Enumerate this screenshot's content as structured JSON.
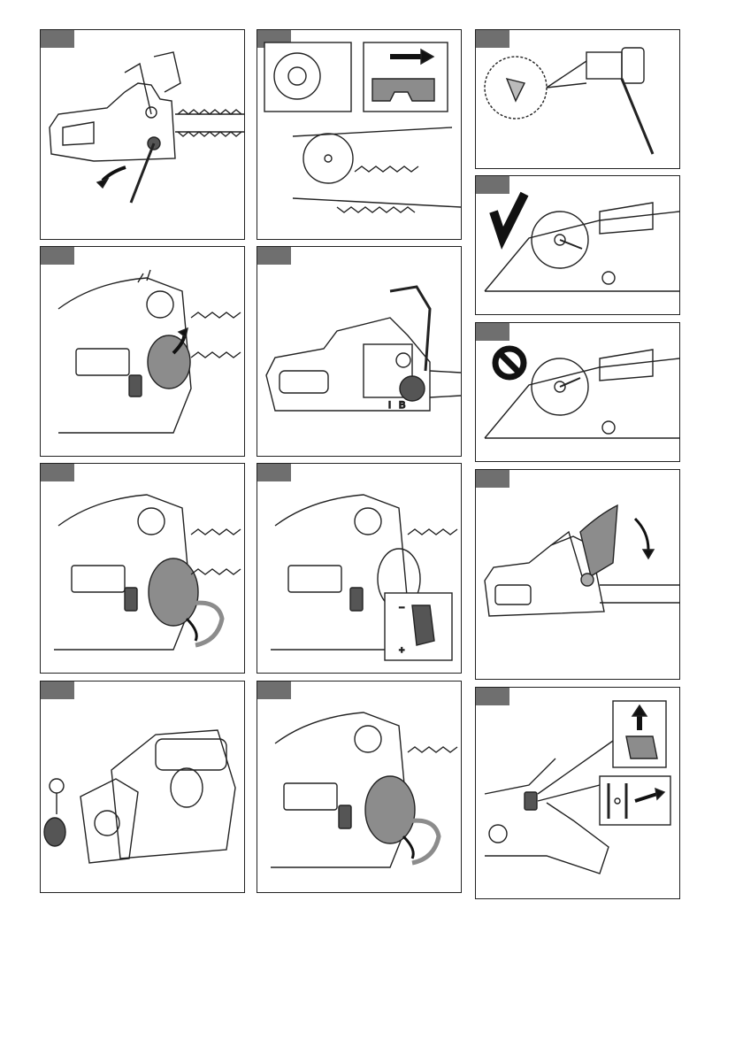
{
  "figures": [
    {
      "id": "fig-1",
      "content": "chainsaw-chain-brake-lever"
    },
    {
      "id": "fig-2",
      "content": "chain-and-drive-sprocket-detail"
    },
    {
      "id": "fig-3",
      "content": "wrench-and-bar-nut"
    },
    {
      "id": "fig-4",
      "content": "clutch-cover-knob-open"
    },
    {
      "id": "fig-5",
      "content": "chainsaw-side-view"
    },
    {
      "id": "fig-6",
      "content": "clutch-cover-tightened-correct"
    },
    {
      "id": "fig-7",
      "content": "clutch-cover-not-tightened-incorrect"
    },
    {
      "id": "fig-8",
      "content": "tensioning-wheel-rotate"
    },
    {
      "id": "fig-9",
      "content": "chain-tensioner-adjust"
    },
    {
      "id": "fig-10",
      "content": "chain-brake-engage"
    },
    {
      "id": "fig-11",
      "content": "clutch-cover-removed"
    },
    {
      "id": "fig-12",
      "content": "knob-retighten"
    },
    {
      "id": "fig-13",
      "content": "choke-and-stop-switch"
    }
  ],
  "labels": {
    "plus": "+",
    "minus": "−",
    "stop_mark": "I",
    "fig5_mark_a": "I",
    "fig5_mark_b": "B"
  },
  "colors": {
    "tab": "#6f6f6f",
    "line": "#222222",
    "shade": "#8c8c8c"
  }
}
